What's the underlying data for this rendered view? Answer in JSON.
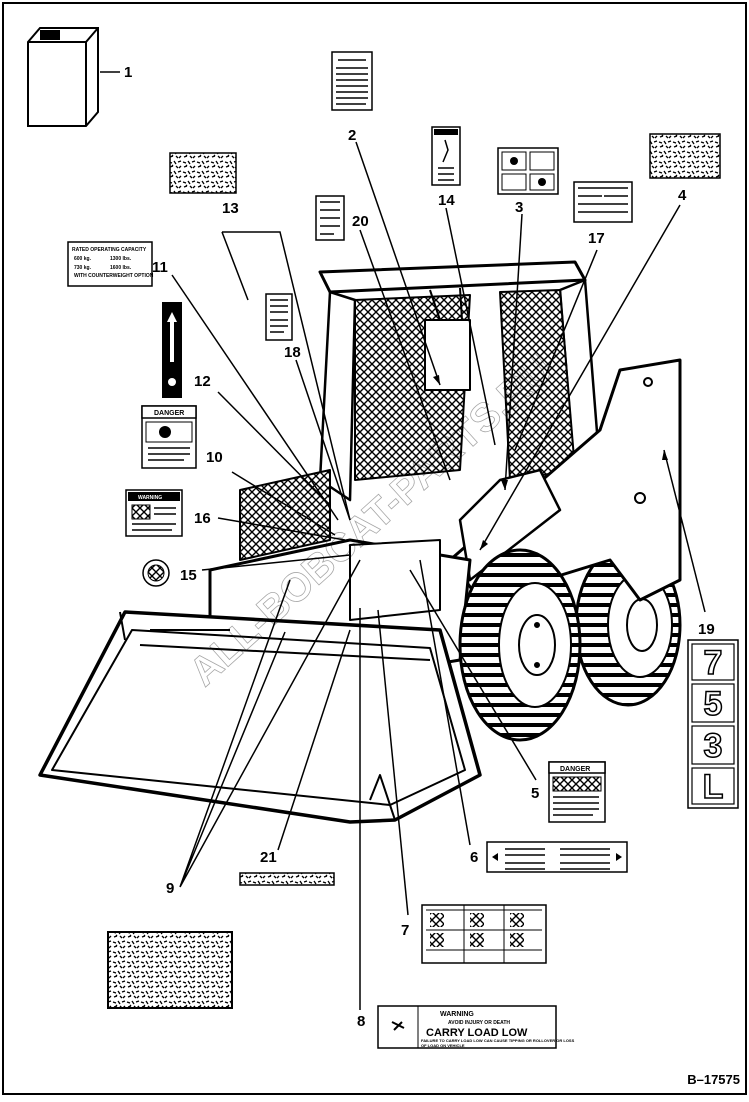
{
  "diagram": {
    "figure_code": "B–17575",
    "watermark": "ALL-BOBCAT-PARTS.RU",
    "callouts": [
      "1",
      "2",
      "3",
      "4",
      "5",
      "6",
      "7",
      "8",
      "9",
      "10",
      "11",
      "12",
      "13",
      "14",
      "15",
      "16",
      "17",
      "18",
      "19",
      "20",
      "21"
    ],
    "side_stripe": [
      "7",
      "5",
      "3",
      "L"
    ]
  },
  "decals": {
    "rated_capacity": {
      "title": "RATED OPERATING CAPACITY",
      "row1_left": "600 kg.",
      "row1_right": "1300 lbs.",
      "row2_left": "730 kg.",
      "row2_right": "1600 lbs.",
      "row3": "WITH COUNTERWEIGHT OPTION"
    },
    "danger_heading": "DANGER",
    "warning_heading": "WARNING",
    "carry_load": {
      "heading": "WARNING",
      "line1": "AVOID INJURY OR DEATH",
      "line2": "CARRY LOAD LOW",
      "line3": "FAILURE TO CARRY LOAD LOW CAN CAUSE TIPPING OR ROLLOVER OR LOSS",
      "line4": "OF LOAD ON VEHICLE"
    },
    "ld_heading": "DANGER"
  }
}
